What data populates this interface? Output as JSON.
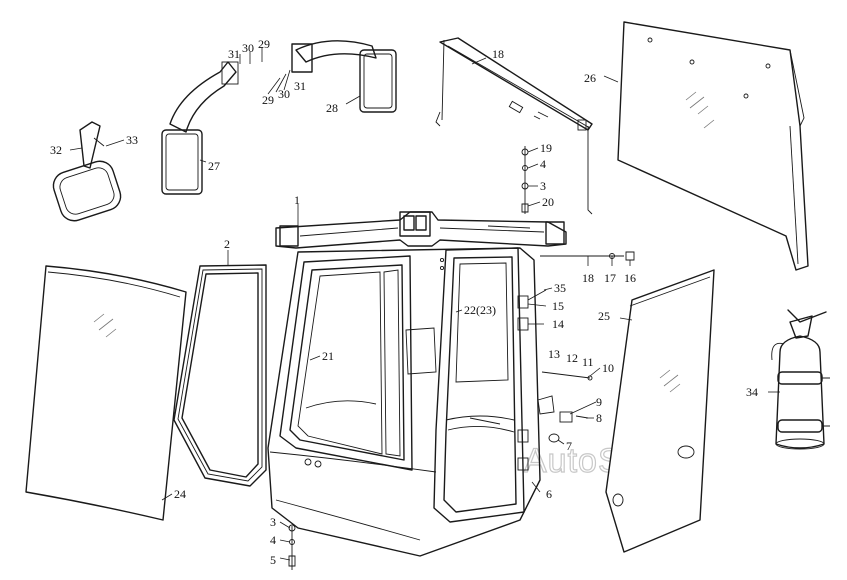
{
  "watermark": "AutoSoft",
  "callouts": [
    {
      "id": "1",
      "label": "1"
    },
    {
      "id": "2",
      "label": "2"
    },
    {
      "id": "3a",
      "label": "3"
    },
    {
      "id": "4a",
      "label": "4"
    },
    {
      "id": "5",
      "label": "5"
    },
    {
      "id": "3b",
      "label": "3"
    },
    {
      "id": "4b",
      "label": "4"
    },
    {
      "id": "6",
      "label": "6"
    },
    {
      "id": "7",
      "label": "7"
    },
    {
      "id": "8",
      "label": "8"
    },
    {
      "id": "9",
      "label": "9"
    },
    {
      "id": "10",
      "label": "10"
    },
    {
      "id": "11",
      "label": "11"
    },
    {
      "id": "12",
      "label": "12"
    },
    {
      "id": "13",
      "label": "13"
    },
    {
      "id": "14",
      "label": "14"
    },
    {
      "id": "15",
      "label": "15"
    },
    {
      "id": "16",
      "label": "16"
    },
    {
      "id": "17",
      "label": "17"
    },
    {
      "id": "18a",
      "label": "18"
    },
    {
      "id": "18b",
      "label": "18"
    },
    {
      "id": "19",
      "label": "19"
    },
    {
      "id": "20",
      "label": "20"
    },
    {
      "id": "21",
      "label": "21"
    },
    {
      "id": "22",
      "label": "22(23)"
    },
    {
      "id": "24",
      "label": "24"
    },
    {
      "id": "25",
      "label": "25"
    },
    {
      "id": "26",
      "label": "26"
    },
    {
      "id": "27",
      "label": "27"
    },
    {
      "id": "28",
      "label": "28"
    },
    {
      "id": "29a",
      "label": "29"
    },
    {
      "id": "30a",
      "label": "30"
    },
    {
      "id": "31a",
      "label": "31"
    },
    {
      "id": "29b",
      "label": "29"
    },
    {
      "id": "30b",
      "label": "30"
    },
    {
      "id": "31b",
      "label": "31"
    },
    {
      "id": "32",
      "label": "32"
    },
    {
      "id": "33",
      "label": "33"
    },
    {
      "id": "34",
      "label": "34"
    },
    {
      "id": "35",
      "label": "35"
    }
  ]
}
